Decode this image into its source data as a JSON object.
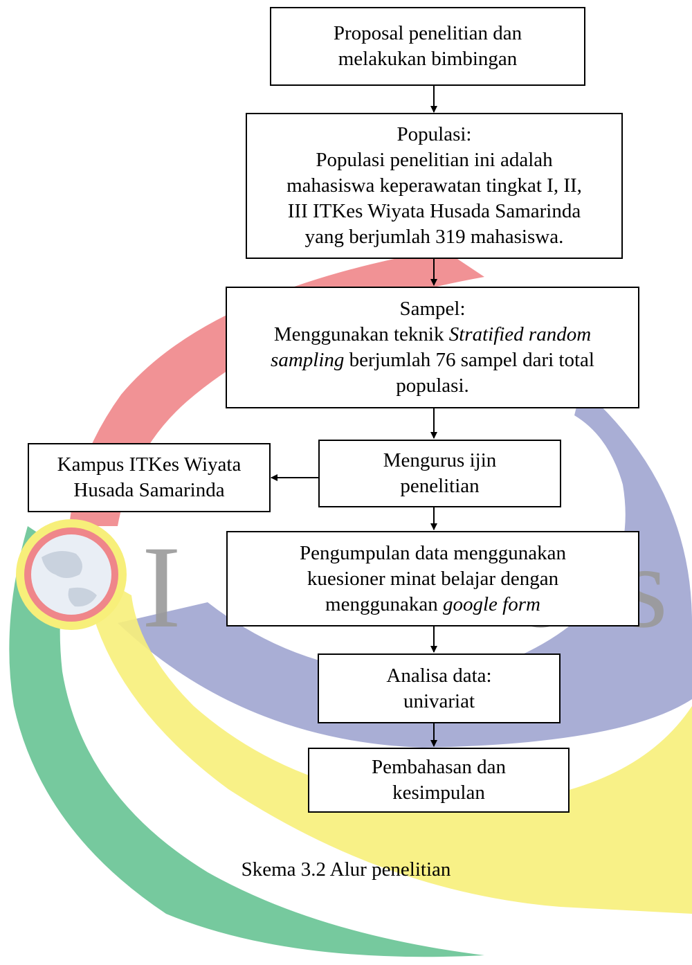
{
  "watermark": {
    "text": "ITKes",
    "logo": "itkes-globe-logo",
    "colors": {
      "red": "#ef868a",
      "blue": "#9aa0ce",
      "yellow": "#f7ef7a",
      "green": "#6fc699",
      "letters": "#9a9a9a"
    }
  },
  "steps": {
    "proposal": {
      "line1": "Proposal penelitian dan",
      "line2": "melakukan bimbingan"
    },
    "populasi": {
      "heading": "Populasi:",
      "line1": "Populasi penelitian ini adalah",
      "line2": "mahasiswa keperawatan tingkat I, II,",
      "line3": "III ITKes Wiyata Husada Samarinda",
      "line4": "yang berjumlah 319 mahasiswa."
    },
    "sampel": {
      "heading": "Sampel:",
      "line1_a": "Menggunakan teknik ",
      "line1_b": "Stratified random",
      "line2_a": "sampling",
      "line2_b": " berjumlah 76 sampel dari total",
      "line3": "populasi."
    },
    "ijin": {
      "line1": "Mengurus ijin",
      "line2": "penelitian"
    },
    "kampus": {
      "line1": "Kampus ITKes Wiyata",
      "line2": "Husada Samarinda"
    },
    "pengumpulan": {
      "line1": "Pengumpulan data menggunakan",
      "line2": "kuesioner minat belajar dengan",
      "line3_a": "menggunakan ",
      "line3_b": "google form"
    },
    "analisa": {
      "line1": "Analisa data:",
      "line2": "univariat"
    },
    "pembahasan": {
      "line1": "Pembahasan dan",
      "line2": "kesimpulan"
    }
  },
  "caption": "Skema 3.2 Alur penelitian"
}
